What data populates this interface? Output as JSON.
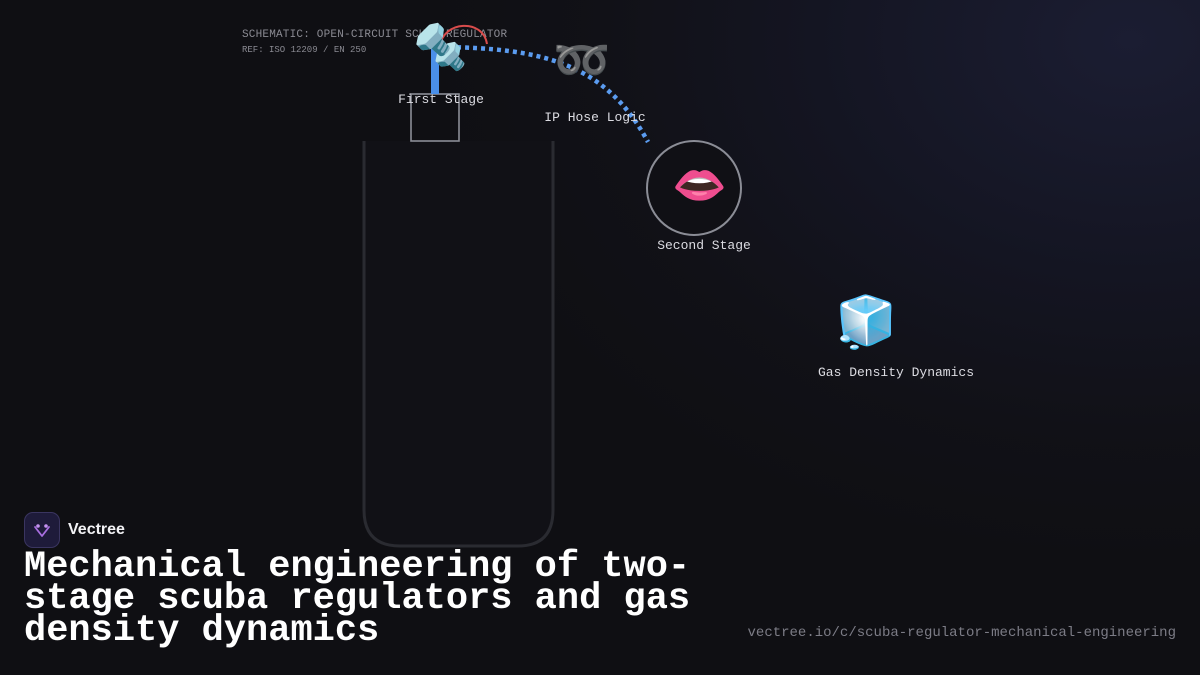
{
  "schematic": {
    "title": "SCHEMATIC: OPEN-CIRCUIT SCUBA REGULATOR",
    "ref": "REF: ISO 12209 / EN 250"
  },
  "nodes": {
    "first_stage": {
      "label": "First Stage",
      "icon": "nut-and-bolt-icon",
      "glyph": "🔩"
    },
    "ip_hose": {
      "label": "IP Hose Logic",
      "icon": "double-curly-loop-icon",
      "glyph": "➿"
    },
    "second_stage": {
      "label": "Second Stage",
      "icon": "mouth-icon",
      "glyph": "👄"
    },
    "gas_density": {
      "label": "Gas Density Dynamics",
      "icon": "ice-cube-icon",
      "glyph": "🧊"
    }
  },
  "brand": {
    "name": "Vectree"
  },
  "headline": "Mechanical engineering of two-stage scuba regulators and gas density dynamics",
  "url": "vectree.io/c/scuba-regulator-mechanical-engineering",
  "colors": {
    "hose": "#5b9cf0",
    "valve_arc": "#d94c4c",
    "tank_outline": "#2a2b31",
    "node_ring": "#8b8d96",
    "accent": "#a86ee0"
  }
}
